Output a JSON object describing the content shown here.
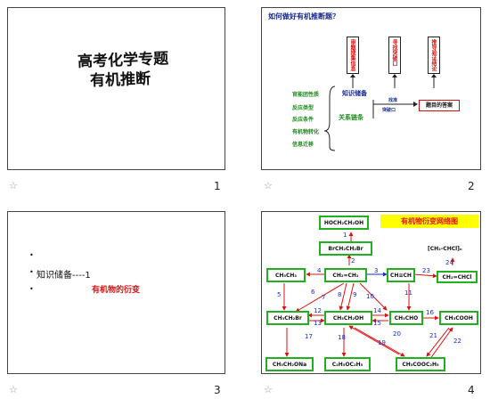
{
  "slides": [
    {
      "number": "1",
      "title_line1": "高考化学专题",
      "title_line2": "有机推断"
    },
    {
      "number": "2",
      "heading": "如何做好有机推断题？",
      "top_boxes": [
        "审题搜集信息",
        "寻找突破口",
        "推导验证结论"
      ],
      "center_left": "知识储备",
      "center_right": "关系链条",
      "arrow_label_top": "找准",
      "arrow_label_bottom": "突破口",
      "result_box": "题目的答案",
      "left_items": [
        "官能团性质",
        "反应类型",
        "反应条件",
        "有机物转化",
        "信息迁移"
      ]
    },
    {
      "number": "3",
      "bullet1": "",
      "bullet2": "知识储备----1",
      "bullet3": "",
      "red_text": "有机物的衍变"
    },
    {
      "number": "4",
      "title": "有机物衍变网络图",
      "nodes": [
        "HOCH₂CH₂OH",
        "BrCH₂CH₂Br",
        "CH₂=CH₂",
        "CH≡CH",
        "CH₃CH₃",
        "CH₂=CHCl",
        "[CH₂-CHCl]ₙ",
        "CH₃CH₂Br",
        "CH₃CH₂OH",
        "CH₃CHO",
        "CH₃COOH",
        "CH₃CH₂ONa",
        "C₂H₅OC₂H₅",
        "CH₃COOC₂H₅"
      ],
      "edge_labels": [
        "1",
        "2",
        "3",
        "4",
        "5",
        "6",
        "7",
        "8",
        "9",
        "10",
        "11",
        "12",
        "13",
        "14",
        "15",
        "16",
        "17",
        "18",
        "19",
        "20",
        "21",
        "22",
        "23",
        "24"
      ]
    }
  ],
  "star_icon": "☆"
}
